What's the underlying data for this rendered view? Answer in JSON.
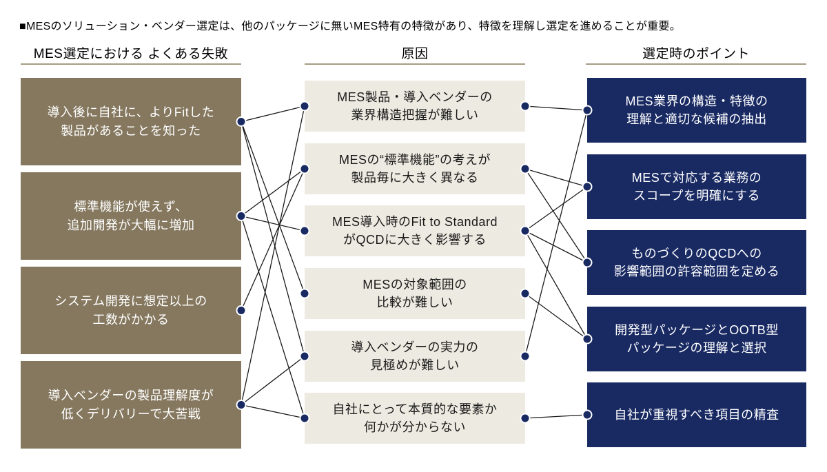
{
  "intro": "■MESのソリューション・ベンダー選定は、他のパッケージに無いMES特有の特徴があり、特徴を理解し選定を進めることが重要。",
  "columns": {
    "failures": {
      "title": "MES選定における よくある失敗",
      "items": [
        "導入後に自社に、よりFitした\n製品があることを知った",
        "標準機能が使えず、\n追加開発が大幅に増加",
        "システム開発に想定以上の\n工数がかかる",
        "導入ベンダーの製品理解度が\n低くデリバリーで大苦戦"
      ]
    },
    "causes": {
      "title": "原因",
      "items": [
        "MES製品・導入ベンダーの\n業界構造把握が難しい",
        "MESの“標準機能”の考えが\n製品毎に大きく異なる",
        "MES導入時のFit to Standard\nがQCDに大きく影響する",
        "MESの対象範囲の\n比較が難しい",
        "導入ベンダーの実力の\n見極めが難しい",
        "自社にとって本質的な要素か\n何かが分からない"
      ]
    },
    "points": {
      "title": "選定時のポイント",
      "items": [
        "MES業界の構造・特徴の\n理解と適切な候補の抽出",
        "MESで対応する業務の\nスコープを明確にする",
        "ものづくりのQCDへの\n影響範囲の許容範囲を定める",
        "開発型パッケージとOOTB型\nパッケージの理解と選択",
        "自社が重視すべき項目の精査"
      ]
    }
  },
  "connections": {
    "failure_to_cause": [
      [
        0,
        0
      ],
      [
        0,
        3
      ],
      [
        0,
        4
      ],
      [
        1,
        1
      ],
      [
        1,
        2
      ],
      [
        1,
        5
      ],
      [
        2,
        1
      ],
      [
        3,
        0
      ],
      [
        3,
        4
      ],
      [
        3,
        5
      ]
    ],
    "cause_to_point": [
      [
        0,
        0
      ],
      [
        1,
        1
      ],
      [
        1,
        2
      ],
      [
        2,
        1
      ],
      [
        2,
        2
      ],
      [
        2,
        3
      ],
      [
        3,
        3
      ],
      [
        4,
        0
      ],
      [
        5,
        4
      ]
    ]
  },
  "colors": {
    "failure_box": "#85785F",
    "cause_box": "#EDEAE1",
    "point_box": "#192A63",
    "dot": "#192A63",
    "dot_ring": "#FFFFFF",
    "line": "#1A1A1A",
    "underline": "#A79A82",
    "failure_text": "#FFFFFF",
    "cause_text": "#1A1A1A",
    "point_text": "#FFFFFF",
    "title_text": "#000000"
  }
}
